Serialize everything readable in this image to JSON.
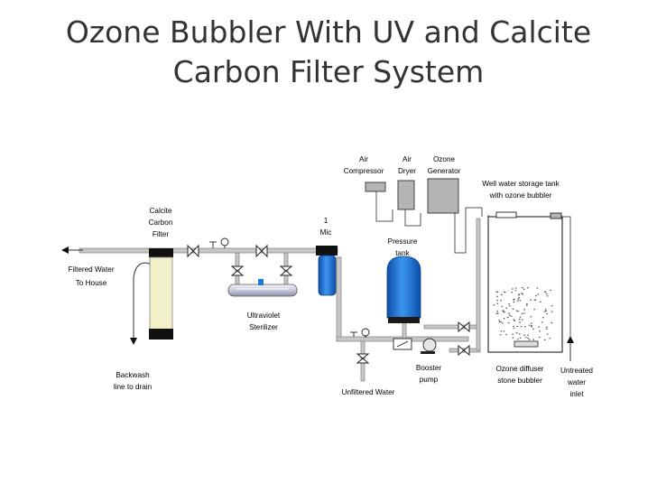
{
  "title": {
    "line1": "Ozone Bubbler With UV and Calcite",
    "line2": "Carbon Filter System"
  },
  "labels": {
    "calcite_carbon_filter": [
      "Calcite",
      "Carbon",
      "Filter"
    ],
    "filtered_water": [
      "Filtered Water",
      "To House"
    ],
    "backwash": [
      "Backwash",
      "line to drain"
    ],
    "uv_sterilizer": [
      "Ultraviolet",
      "Sterilizer"
    ],
    "mic_filter": [
      "1",
      "Mic"
    ],
    "pressure_tank": [
      "Pressure",
      "tank"
    ],
    "air_compressor": [
      "Air",
      "Compressor"
    ],
    "air_dryer": [
      "Air",
      "Dryer"
    ],
    "ozone_generator": [
      "Ozone",
      "Generator"
    ],
    "storage_tank": [
      "Well water storage tank",
      "with ozone bubbler"
    ],
    "ozone_diffuser": [
      "Ozone diffuser",
      "stone bubbler"
    ],
    "untreated_water": [
      "Untreated",
      "water",
      "inlet"
    ],
    "booster_pump": [
      "Booster",
      "pump"
    ],
    "unfiltered_water": "Unfiltered Water"
  },
  "colors": {
    "pipe": "#c7c7c7",
    "pipe_edge": "#8a8a8a",
    "filter_housing": "#f2f0c8",
    "filter_cap": "#101010",
    "uv_body": "#dcdcec",
    "blue_housing": "#1e78dc",
    "equipment_gray": "#b4b4b4",
    "title_text": "#333333"
  }
}
